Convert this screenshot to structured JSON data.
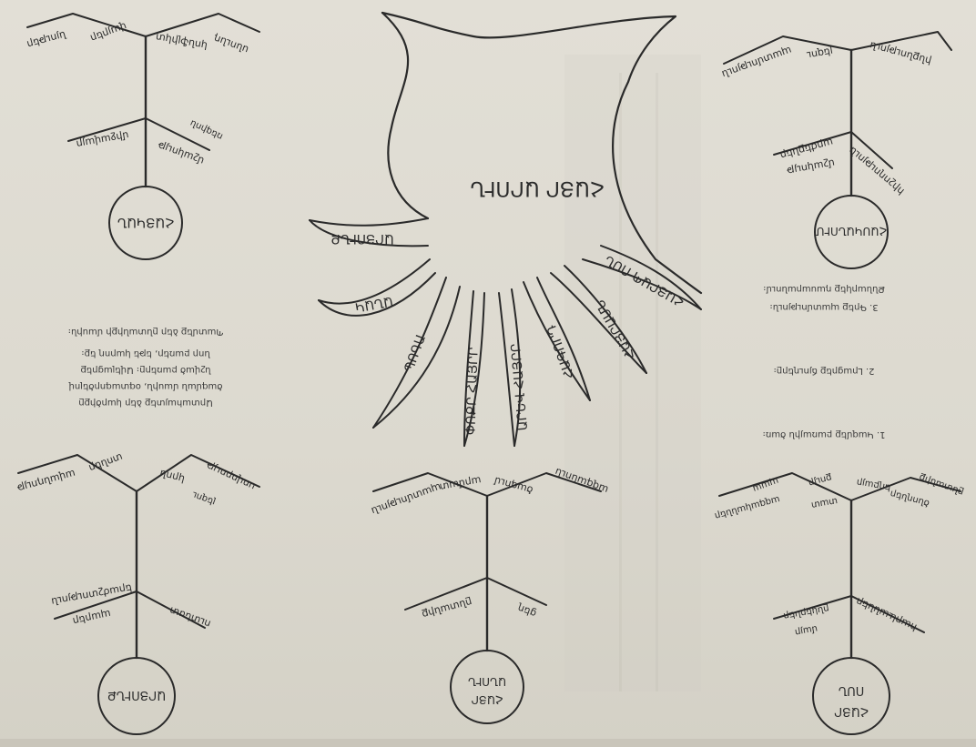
{
  "trunk": {
    "title": "ՀԱՅՐ ԱՐՈՒՆ",
    "roots": [
      "ՀԱՅՐԱՊ ՈՍՆ",
      "ՀԱՅՐԱՄՆ",
      "ՀԱԳՈՐԴ",
      "ԱՐԵՎ ՀԱՅՐՐ",
      "ՓՈՔՐ ՀԱՅՐՐ",
      "ՊՈԳԱ",
      "ԱՆԱԿ",
      "ԱՐՅՈՒՆՔ"
    ]
  },
  "figures": {
    "top_left": {
      "circle": "ՀԱՅԿԱՆ",
      "branches": [
        "սնունդ",
        "կոնֆլիկտ",
        "վայրեր",
        "նյութեր",
        "միջավայր",
        "մշակույթ",
        "ռեգիոն"
      ]
    },
    "top_right": {
      "circle": "ՀԱՍԿԱՆՈՒՄ",
      "branches": [
        "ինքնություն",
        "լեզու",
        "պատմություն",
        "արժեքներ",
        "մշակույթ",
        "հիշողություն"
      ]
    },
    "bot_left": {
      "circle": "ԱՐՅՈՒՆՔ",
      "branches": [
        "սովորույթ",
        "կրոն",
        "տոներ",
        "ավանդույթ",
        "ուտեստ",
        "երաժշտություն",
        "պարեր",
        "լեզու"
      ]
    },
    "bot_mid": {
      "circle1": "ՀԱՅՐ",
      "circle2": "ԱՆՈՒՆ",
      "branches": [
        "ազգանուն",
        "ծագում",
        "պատմություն",
        "ընտանիք",
        "ցեղ",
        "արմատ"
      ]
    },
    "bot_right": {
      "circle1": "ՀԱՅՐ",
      "circle2": "ՈՍՆ",
      "branches": [
        "ընտանիք",
        "ծնողներ",
        "եղբայր",
        "քույր",
        "պապ",
        "տատ",
        "ազգականներ",
        "հարևաններ",
        "ընկերներ",
        "մայր"
      ]
    }
  },
  "notes": {
    "left": [
      "Արտահայտեք ձեր կարծիքը",
      "ծագման մասին, օգտագործելով",
      "նշված բառերը։ Ավելացրեք",
      "նոր բառեր, եթե կարող եք։",
      "Պատմեք ձեր ընտանիքի մասին։"
    ],
    "right": [
      "1. Կազմեք բառային ծառ։",
      "2. Լրացրեք ճյուղերը։",
      "3. Գրեք պատմություն։",
      "Քննարկեք դասարանում։"
    ]
  }
}
